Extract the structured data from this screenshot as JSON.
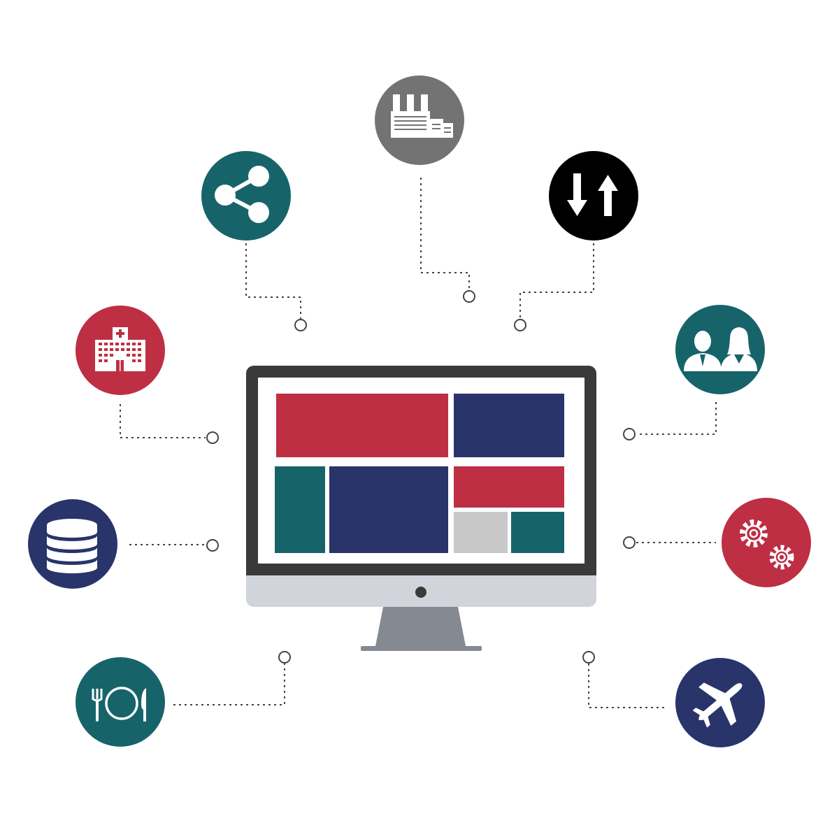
{
  "colors": {
    "teal": "#16646A",
    "crimson": "#BE2F44",
    "navy": "#29346B",
    "gray": "#737373",
    "black": "#000000",
    "frame": "#3A3A3A",
    "chin": "#D1D5DB",
    "stand": "#858A92",
    "tile_gray": "#C8C8C8",
    "line": "#444444",
    "white": "#FFFFFF"
  },
  "hub": {
    "icon": "desktop-monitor-icon",
    "dashboard_tiles": [
      {
        "name": "tile-top-left",
        "color": "crimson"
      },
      {
        "name": "tile-top-right",
        "color": "navy"
      },
      {
        "name": "tile-left-narrow",
        "color": "teal"
      },
      {
        "name": "tile-center",
        "color": "navy"
      },
      {
        "name": "tile-right-top",
        "color": "crimson"
      },
      {
        "name": "tile-right-bottom-left",
        "color": "tile_gray"
      },
      {
        "name": "tile-right-bottom-right",
        "color": "teal"
      }
    ]
  },
  "nodes": [
    {
      "name": "factory-node",
      "icon": "factory-icon",
      "color": "gray"
    },
    {
      "name": "share-node",
      "icon": "share-icon",
      "color": "teal"
    },
    {
      "name": "transfer-node",
      "icon": "up-down-arrows-icon",
      "color": "black"
    },
    {
      "name": "hospital-node",
      "icon": "hospital-icon",
      "color": "crimson"
    },
    {
      "name": "people-node",
      "icon": "users-icon",
      "color": "teal"
    },
    {
      "name": "database-node",
      "icon": "database-icon",
      "color": "navy"
    },
    {
      "name": "settings-node",
      "icon": "gears-icon",
      "color": "crimson"
    },
    {
      "name": "dining-node",
      "icon": "fork-plate-knife-icon",
      "color": "teal"
    },
    {
      "name": "travel-node",
      "icon": "airplane-icon",
      "color": "navy"
    }
  ]
}
